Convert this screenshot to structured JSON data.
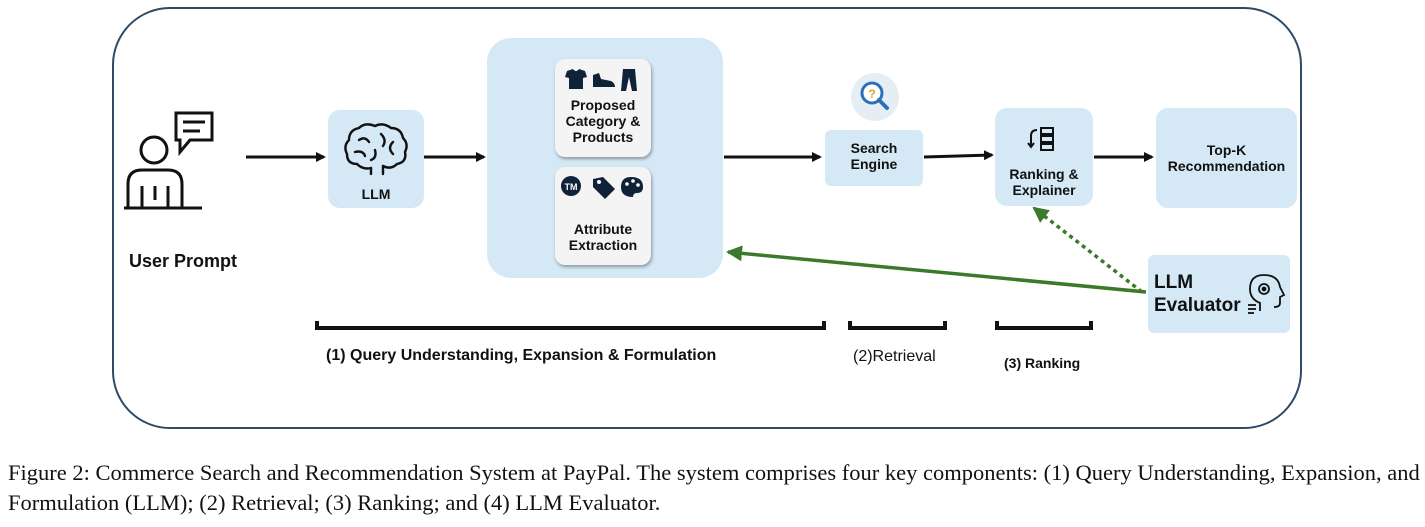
{
  "user": {
    "label": "User Prompt"
  },
  "llm": {
    "label": "LLM"
  },
  "proposed": {
    "label": "Proposed Category & Products"
  },
  "attribute": {
    "label": "Attribute Extraction",
    "tm_badge": "TM"
  },
  "search": {
    "label": "Search Engine",
    "icon_glyph": "?"
  },
  "ranking": {
    "label": "Ranking & Explainer"
  },
  "topk": {
    "label": "Top-K Recommendation"
  },
  "evaluator": {
    "label_line1": "LLM",
    "label_line2": "Evaluator"
  },
  "stages": {
    "s1": "(1) Query Understanding, Expansion & Formulation",
    "s2": "(2)Retrieval",
    "s3": "(3) Ranking"
  },
  "caption": "Figure 2: Commerce Search and Recommendation System at PayPal. The system comprises four key components: (1) Query Understanding, Expansion, and Formulation (LLM); (2) Retrieval; (3) Ranking; and (4) LLM Evaluator.",
  "colors": {
    "box_fill": "#d4e8f5",
    "frame_border": "#2e4a66",
    "feedback_arrow": "#3a7a2a"
  }
}
